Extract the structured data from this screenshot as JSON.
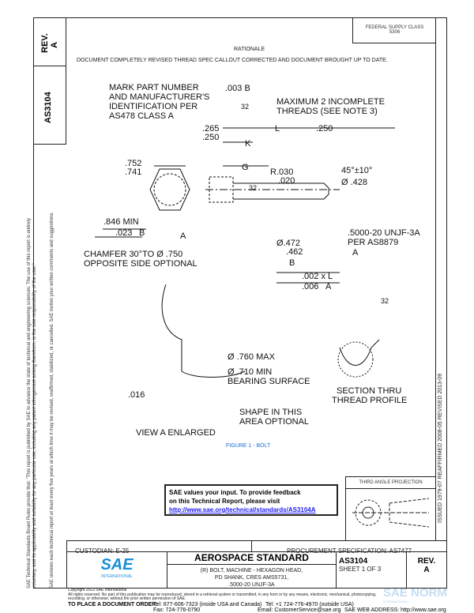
{
  "left_column": {
    "rev_label": "REV.",
    "rev_value": "A",
    "doc_number": "AS3104",
    "disclaimer": [
      "SAE Technical Standards Board Rules provide that: \"This report is published by SAE to advance the state of technical and engineering sciences. The use of this report is entirely",
      "voluntary, and its applicability and suitability for any particular use, including any patent infringement arising therefrom, is the sole responsibility of the user.\"",
      "SAE reviews each technical report at least every five years at which time it may be revised, reaffirmed, stabilized, or cancelled. SAE invites your written comments and suggestions."
    ]
  },
  "right_column": {
    "history": "ISSUED 1979-07   REAFFIRMED 2008-05   REVISED 2013-09"
  },
  "header": {
    "fsc": "FEDERAL SUPPLY CLASS",
    "fsc_value": "5306",
    "rationale_title": "RATIONALE",
    "rationale_text": "DOCUMENT COMPLETELY REVISED THREAD SPEC CALLOUT CORRECTED AND DOCUMENT BROUGHT UP TO DATE."
  },
  "drawing": {
    "mark_note": [
      "MARK PART NUMBER",
      "AND MANUFACTURER'S",
      "IDENTIFICATION PER",
      "AS478 CLASS A"
    ],
    "perp": ".003 B",
    "finish1": "32",
    "incomplete": [
      "MAXIMUM 2 INCOMPLETE",
      "THREADS (SEE NOTE 3)"
    ],
    "d265": ".265",
    "d250a": ".250",
    "L": "L",
    "d250b": ".250",
    "K": "K",
    "G": "G",
    "d752": ".752",
    "d741": ".741",
    "r030": "R.030",
    "r020": ".020",
    "angle": "45°±10°",
    "dia428": "Ø .428",
    "finish2": "32",
    "d846": ".846 MIN",
    "ref023": ".023",
    "refB": "B",
    "A": "A",
    "dia472": "Ø.472",
    "d462": ".462",
    "datumB": "B",
    "thread": [
      ".5000-20 UNJF-3A",
      "PER AS8879"
    ],
    "datumA": "A",
    "chamfer": [
      "CHAMFER 30°TO Ø .750",
      "OPPOSITE SIDE OPTIONAL"
    ],
    "tol1": ".002 x L",
    "tol2": ".006",
    "tol2ref": "A",
    "dia760": "Ø .760 MAX",
    "dia710": "Ø .710 MIN",
    "bearing": "BEARING SURFACE",
    "d016": ".016",
    "shape": [
      "SHAPE IN THIS",
      "AREA OPTIONAL"
    ],
    "view": "VIEW A ENLARGED",
    "finish3": "32",
    "section": [
      "SECTION THRU",
      "THREAD PROFILE"
    ],
    "figure_caption": "FIGURE 1 - BOLT"
  },
  "feedback": {
    "line1": "SAE values your input. To provide feedback",
    "line2": "on this Technical Report, please visit",
    "link": "http://www.sae.org/technical/standards/AS3104A"
  },
  "projection": {
    "label": "THIRD ANGLE PROJECTION"
  },
  "title_block": {
    "custodian": "CUSTODIAN: E-25",
    "procurement": "PROCUREMENT SPECIFICATION: AS7477",
    "logo": "SAE",
    "logo_sub": "INTERNATIONAL",
    "heading": "AEROSPACE STANDARD",
    "title_lines": [
      "(R) BOLT, MACHINE - HEXAGON HEAD,",
      "PD SHANK, CRES AMS5731,",
      ".5000-20 UNJF-3A"
    ],
    "doc_number": "AS3104",
    "sheet": "SHEET 1 OF 3",
    "rev_label": "REV.",
    "rev_value": "A"
  },
  "footer": {
    "copyright": "Copyright 2013 SAE International",
    "rights": "All rights reserved. No part of this publication may be reproduced, stored in a retrieval system or transmitted, in any form or by any means, electronic, mechanical, photocopying,",
    "rights2": "recording, or otherwise, without the prior written permission of SAE.",
    "order": "TO PLACE A DOCUMENT ORDER:",
    "tel1": "Tel: 877-606-7323 (inside USA and Canada)",
    "tel2": "Tel: +1 724-776-4970 (outside USA)",
    "fax": "Fax: 724-776-0790",
    "email": "Email: CustomerService@sae.org",
    "web": "SAE WEB ADDRESS: http://www.sae.org"
  },
  "watermark": {
    "text": "SAE NORM",
    "sub": "INTERNATIONAL"
  },
  "colors": {
    "sae_blue": "#1a8fd6",
    "link": "#1a1aee",
    "watermark": "#7fb6e6"
  }
}
